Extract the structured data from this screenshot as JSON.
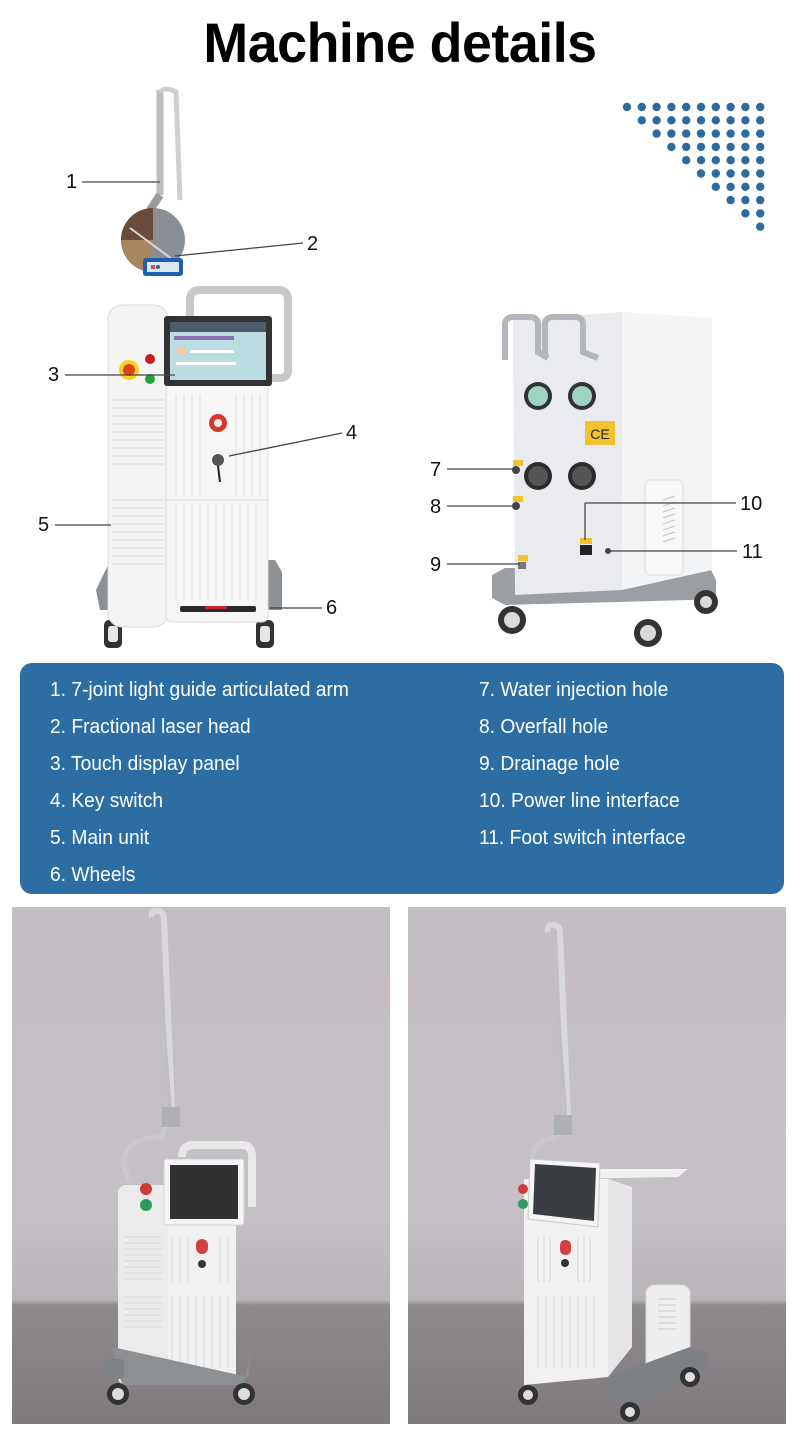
{
  "header": {
    "title": "Machine details"
  },
  "colors": {
    "legend_bg": "#2c6ea3",
    "dot_color": "#2e6a9e",
    "legend_text": "#ffffff",
    "title_text": "#000000"
  },
  "diagram": {
    "front_view": {
      "callouts": [
        {
          "num": "1",
          "target": "articulated-arm"
        },
        {
          "num": "2",
          "target": "laser-head"
        },
        {
          "num": "3",
          "target": "touch-display"
        },
        {
          "num": "4",
          "target": "key-switch"
        },
        {
          "num": "5",
          "target": "main-unit"
        },
        {
          "num": "6",
          "target": "wheels"
        }
      ]
    },
    "rear_view": {
      "ce_mark": "CE",
      "callouts": [
        {
          "num": "7",
          "target": "water-injection-hole"
        },
        {
          "num": "8",
          "target": "overfall-hole"
        },
        {
          "num": "9",
          "target": "drainage-hole"
        },
        {
          "num": "10",
          "target": "power-line-interface"
        },
        {
          "num": "11",
          "target": "foot-switch-interface"
        }
      ]
    }
  },
  "legend": {
    "left": [
      "1. 7-joint light guide articulated arm",
      "2. Fractional laser head",
      "3. Touch display panel",
      "4. Key switch",
      "5. Main unit",
      "6. Wheels"
    ],
    "right": [
      "7. Water injection hole",
      "8. Overfall hole",
      "9. Drainage hole",
      "10. Power line interface",
      "11. Foot switch interface"
    ]
  },
  "photos": [
    {
      "view": "front"
    },
    {
      "view": "three-quarter"
    }
  ]
}
